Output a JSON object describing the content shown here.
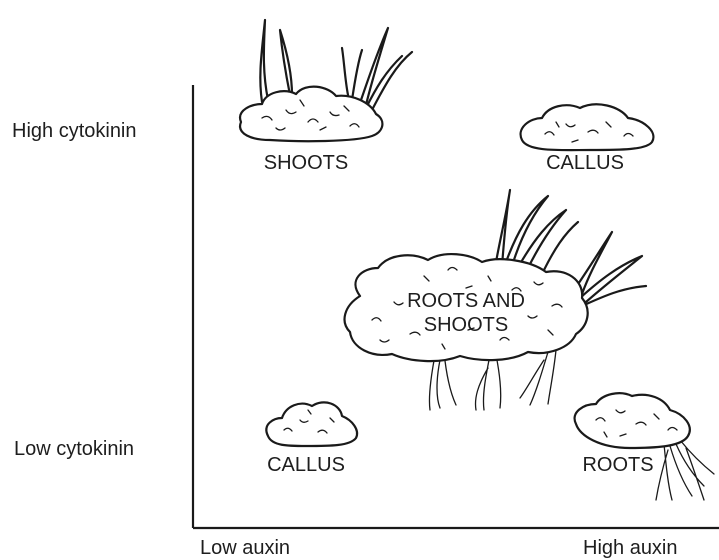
{
  "axes": {
    "y_high": "High cytokinin",
    "y_low": "Low cytokinin",
    "x_low": "Low auxin",
    "x_high": "High auxin"
  },
  "cultures": {
    "shoots": "SHOOTS",
    "callus_top": "CALLUS",
    "roots_and_shoots_line1": "ROOTS AND",
    "roots_and_shoots_line2": "SHOOTS",
    "callus_bottom": "CALLUS",
    "roots": "ROOTS"
  }
}
